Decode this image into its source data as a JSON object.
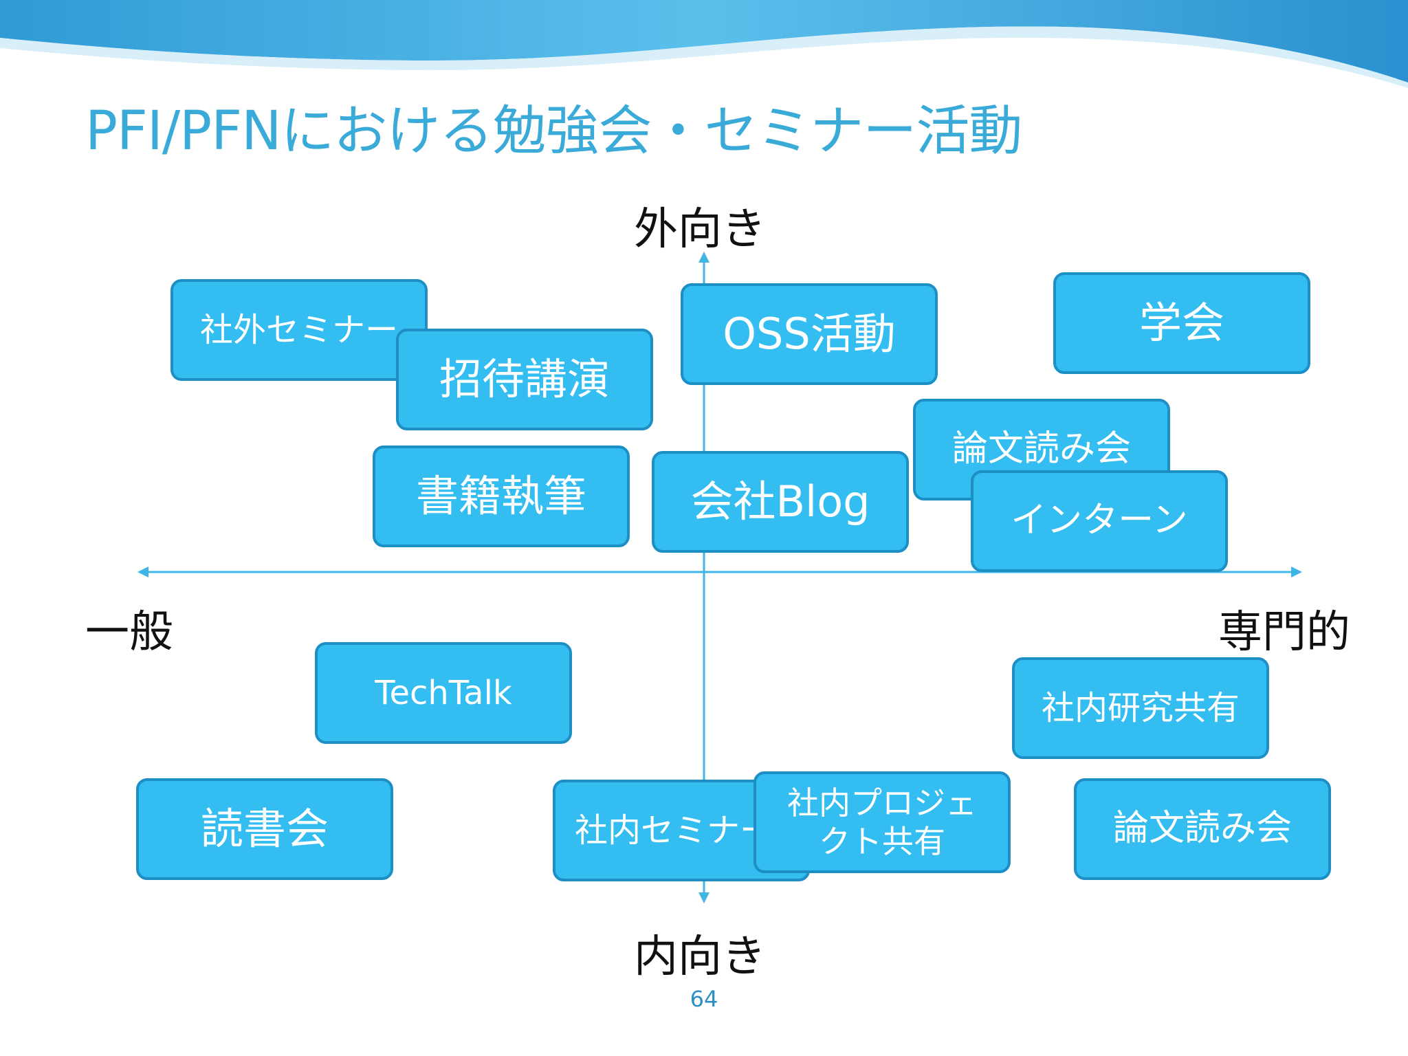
{
  "slide": {
    "title": "PFI/PFNにおける勉強会・セミナー活動",
    "page_number": "64",
    "colors": {
      "title": "#3aaad8",
      "box_fill": "#33bdf0",
      "box_border": "#1d8fc4",
      "axis": "#3fb6e6"
    }
  },
  "axes": {
    "top": "外向き",
    "bottom": "内向き",
    "left": "一般",
    "right": "専門的"
  },
  "activities": {
    "sha_gai_seminar": "社外セミナー",
    "shotai_koen": "招待講演",
    "oss": "OSS活動",
    "gakkai": "学会",
    "ronbun_top": "論文読み会",
    "shoseki": "書籍執筆",
    "blog": "会社Blog",
    "intern": "インターン",
    "techtalk": "TechTalk",
    "kenkyu": "社内研究共有",
    "dokusho": "読書会",
    "sha_nai_seminar": "社内セミナー",
    "project_line1": "社内プロジェ",
    "project_line2": "クト共有",
    "ronbun_bottom": "論文読み会"
  }
}
